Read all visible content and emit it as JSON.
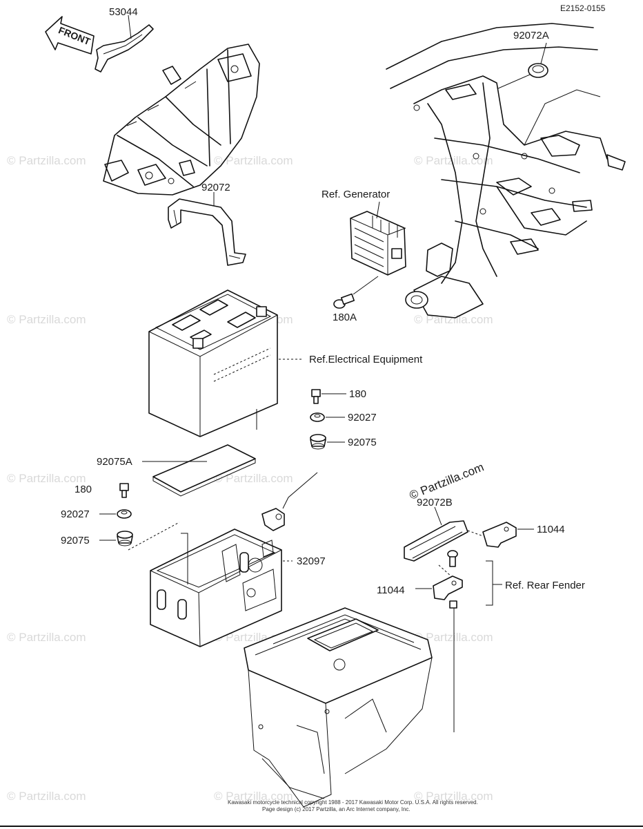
{
  "header": {
    "ref_code": "E2152-0155"
  },
  "watermark": {
    "text": "© Partzilla.com",
    "prominent": "© Partzilla.com"
  },
  "front_arrow": {
    "text": "FRONT"
  },
  "callouts": {
    "p53044": "53044",
    "p92072": "92072",
    "p92072A": "92072A",
    "ref_generator": "Ref. Generator",
    "p180A": "180A",
    "ref_electrical": "Ref.Electrical Equipment",
    "p180_right": "180",
    "p92027_right": "92027",
    "p92075_right": "92075",
    "p92075A": "92075A",
    "p180_left": "180",
    "p92027_left": "92027",
    "p92075_left": "92075",
    "p32097": "32097",
    "p92072B": "92072B",
    "p11044_right": "11044",
    "p11044_left": "11044",
    "ref_rear_fender": "Ref. Rear Fender"
  },
  "footer": {
    "line1": "Kawasaki motorcycle technical copyright 1988 - 2017 Kawasaki Motor Corp. U.S.A. All rights reserved.",
    "line2": "Page design (c) 2017 Partzilla, an Arc Internet company, Inc."
  }
}
